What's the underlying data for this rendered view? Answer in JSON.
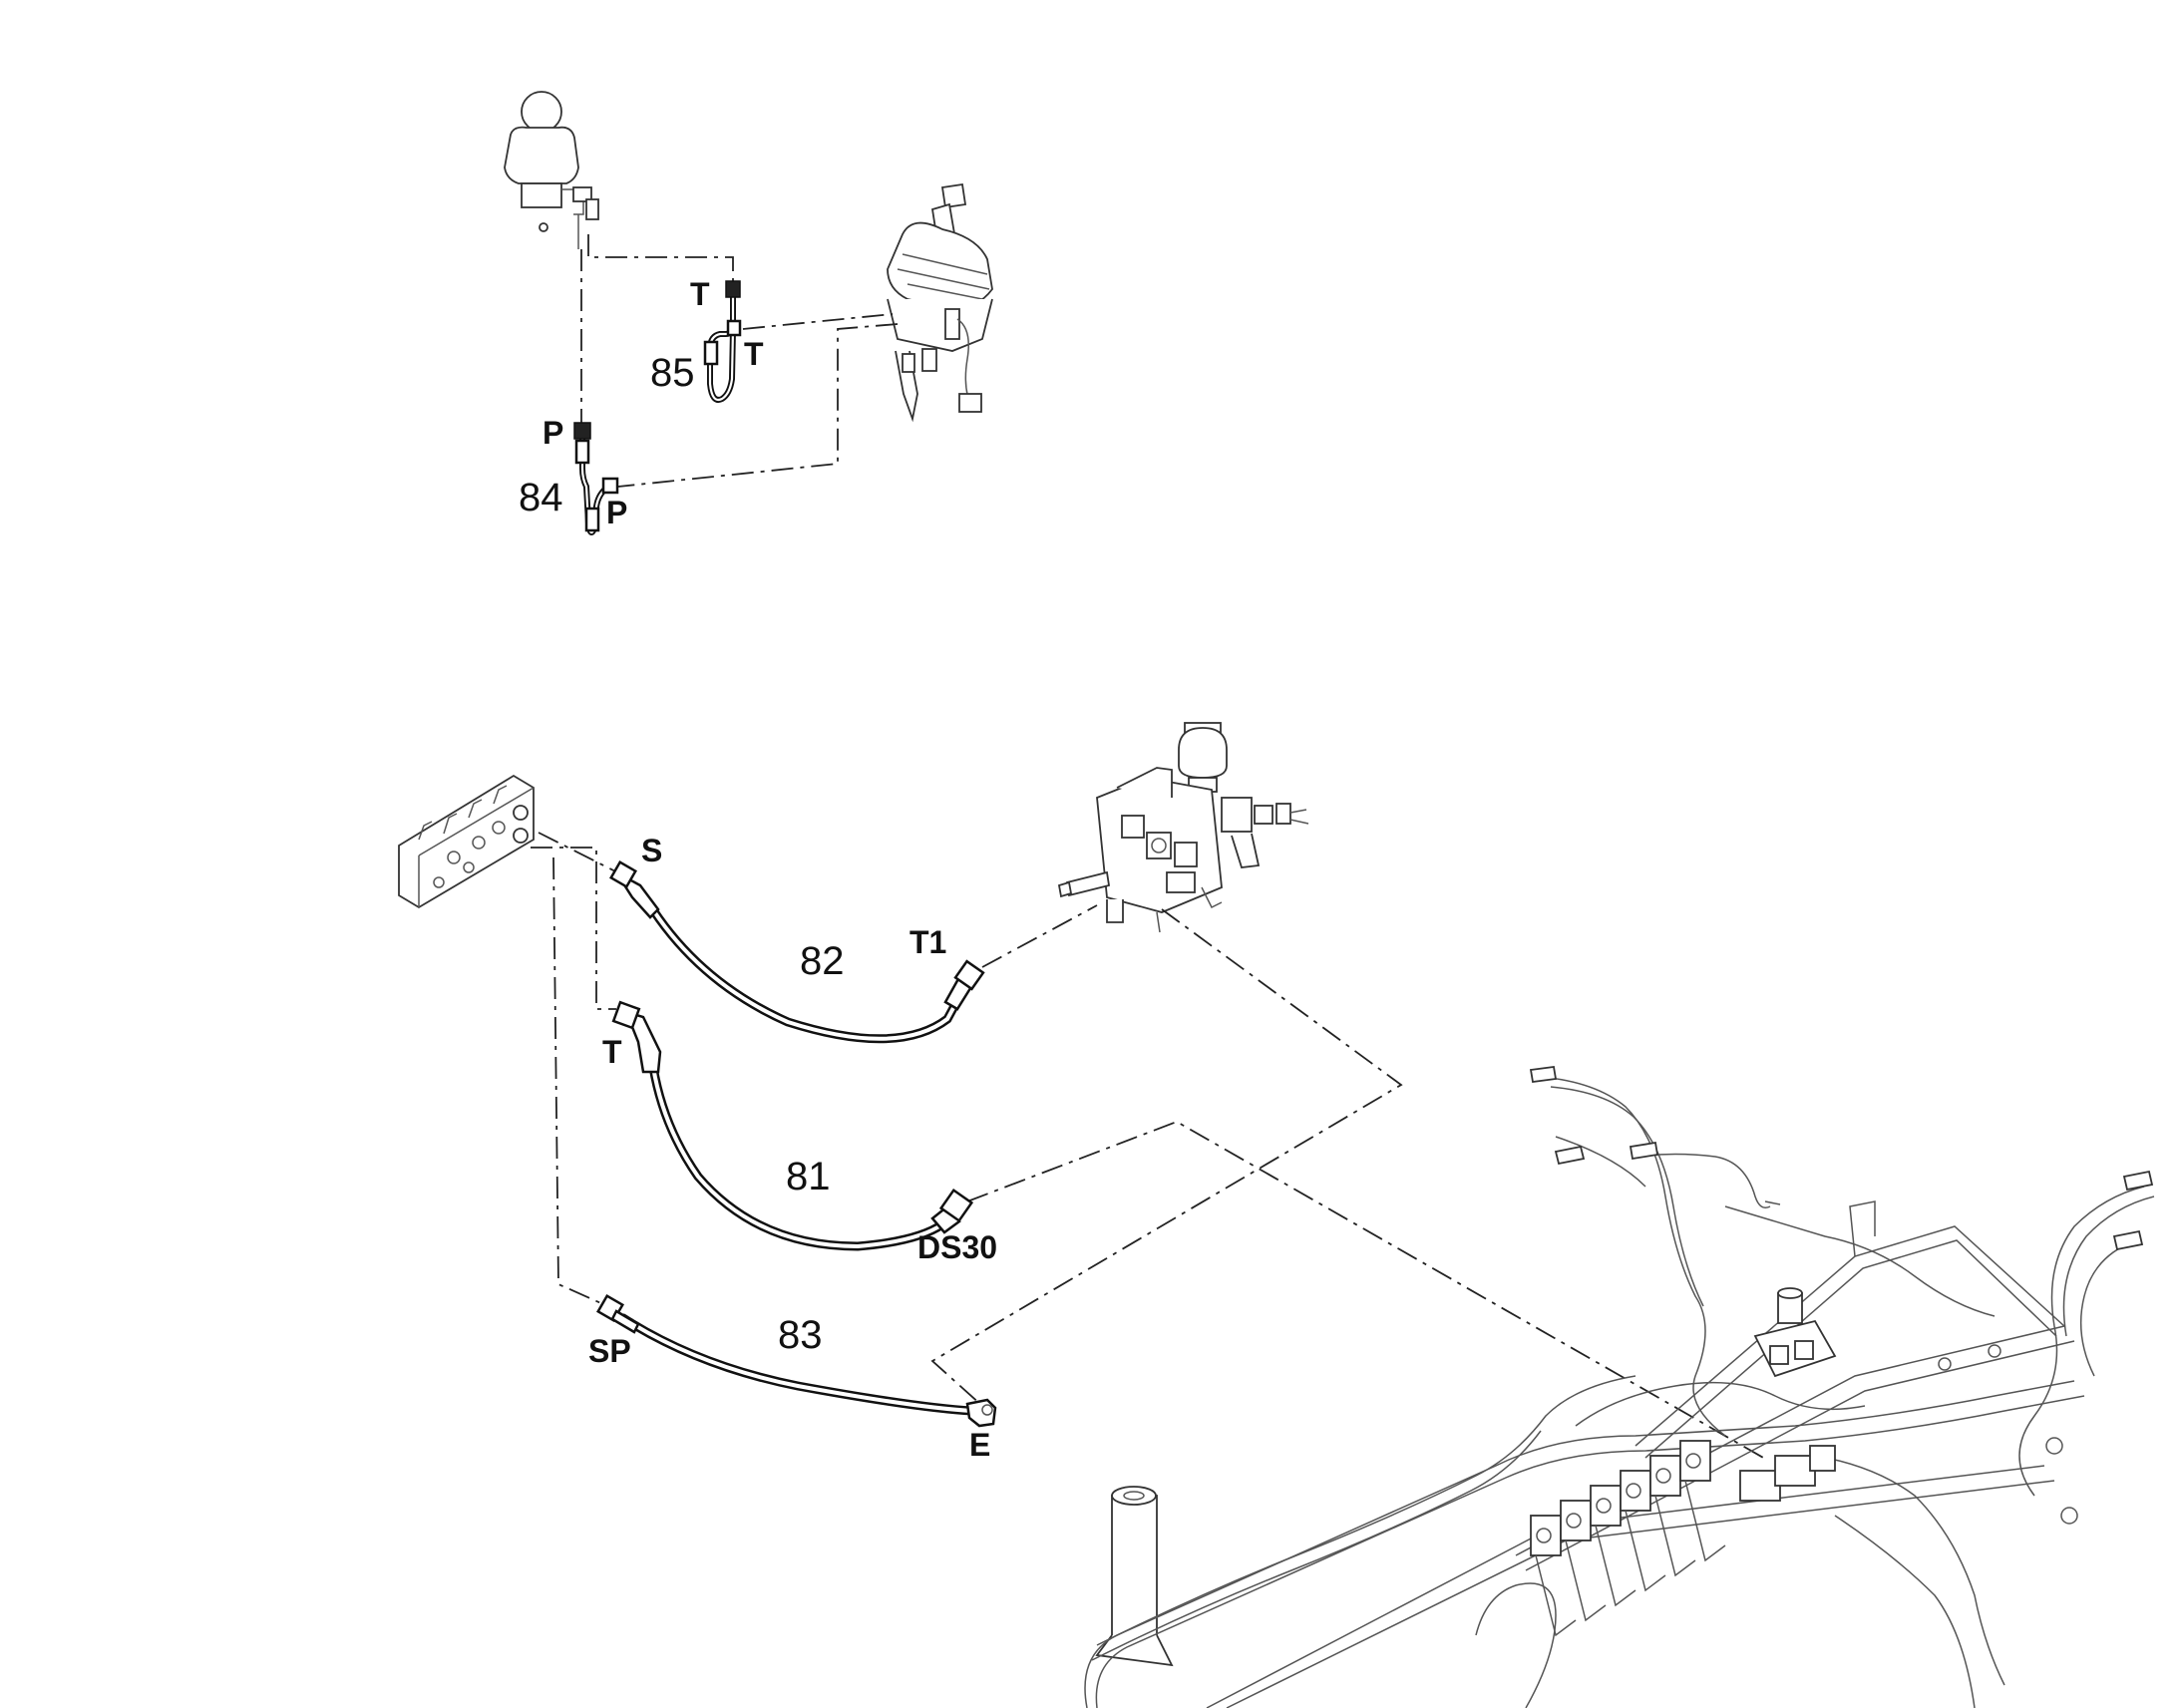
{
  "hoses": [
    {
      "number": "85",
      "end_a": "T",
      "end_b": "T"
    },
    {
      "number": "84",
      "end_a": "P",
      "end_b": "P"
    },
    {
      "number": "82",
      "end_a": "S",
      "end_b": "T1"
    },
    {
      "number": "81",
      "end_a": "T",
      "end_b": "DS30"
    },
    {
      "number": "83",
      "end_a": "SP",
      "end_b": "E"
    }
  ]
}
